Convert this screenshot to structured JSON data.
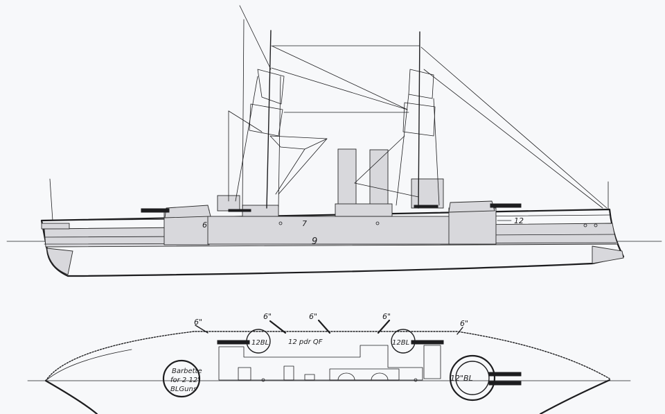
{
  "profile_labels": {
    "armor_6": "6",
    "armor_7": "7",
    "armor_9": "9",
    "armor_12": "12"
  },
  "plan_labels": {
    "gun_6_a": "6\"",
    "gun_6_b": "6\"",
    "gun_6_c": "6\"",
    "gun_6_d": "6\"",
    "gun_6_e": "6\"",
    "gun_12bl_fwd": "12BL",
    "gun_12bl_mid": "12BL",
    "gun_12bl_aft": "12\"BL",
    "gun_12pdr": "12 pdr QF",
    "barbette_note_1": "Barbette",
    "barbette_note_2": "for 2 12\"",
    "barbette_note_3": "BLGuns"
  }
}
